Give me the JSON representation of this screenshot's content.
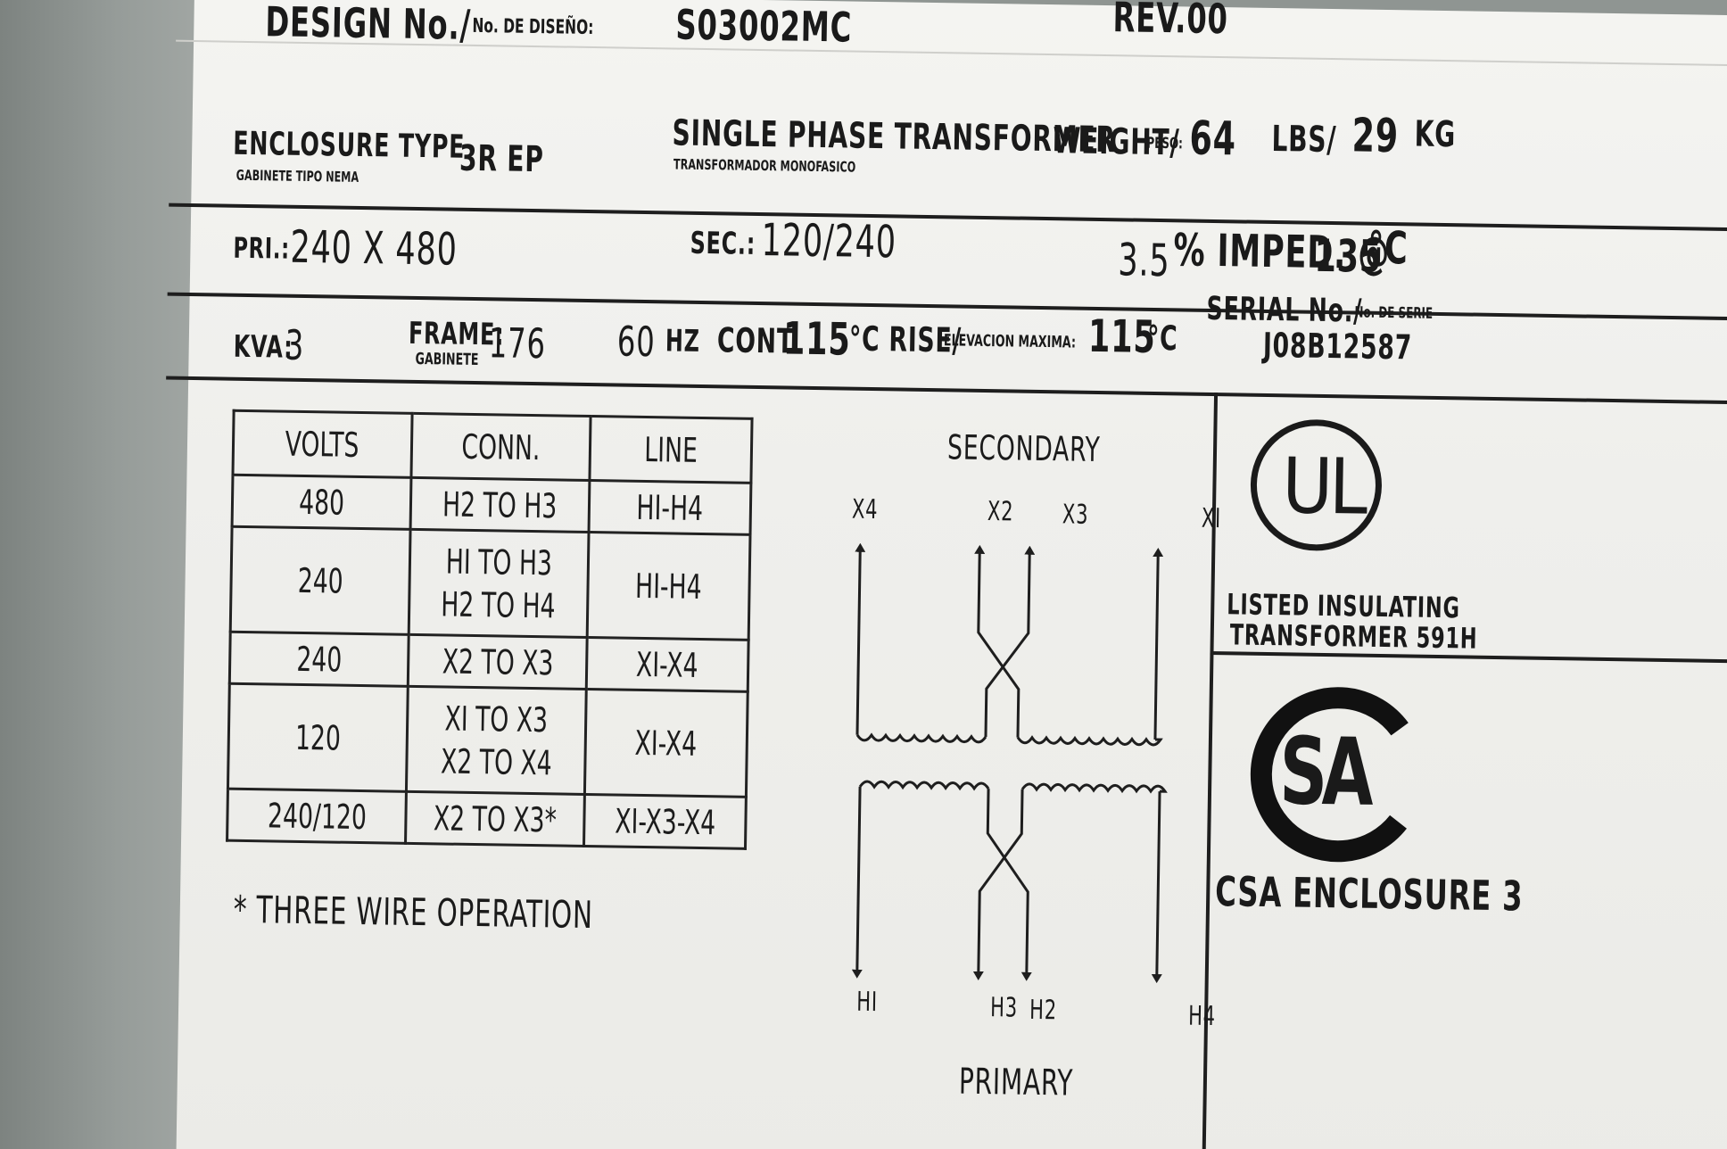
{
  "header": {
    "design_label": "DESIGN No./",
    "design_label_es": "No. DE DISEÑO:",
    "design_no": "S03002MC",
    "rev": "REV.00"
  },
  "row1": {
    "enclosure_label": "ENCLOSURE TYPE",
    "enclosure_label_es": "GABINETE TIPO NEMA",
    "enclosure_value": "3R  EP",
    "title": "SINGLE  PHASE TRANSFORMER",
    "title_es": "TRANSFORMADOR MONOFASICO",
    "weight_label": "WEIGHT/",
    "weight_label_es": "PESO:",
    "weight_lbs": "64",
    "lbs_unit": "LBS/",
    "weight_kg": "29",
    "kg_unit": "KG"
  },
  "row2": {
    "pri_label": "PRI.:",
    "pri_value": "240 X 480",
    "sec_label": "SEC.:",
    "sec_value": "120/240",
    "imped": "3.5",
    "imped_label": "% IMPED. @",
    "imped_temp": "135",
    "imped_unit": "°C"
  },
  "row3": {
    "kva_label": "KVA:",
    "kva_value": "3",
    "frame_label": "FRAME:",
    "frame_label_es": "GABINETE",
    "frame_value": "176",
    "hz_value": "60",
    "hz_unit": "HZ",
    "cont_label": "CONT.",
    "cont_value": "115",
    "rise_label": "°C RISE/",
    "rise_label_es": "ELEVACION MAXIMA:",
    "rise_value": "115",
    "rise_unit": "°C",
    "serial_label": "SERIAL No./",
    "serial_label_es": "No. DE SERIE",
    "serial_value": "J08B12587"
  },
  "table": {
    "headers": [
      "VOLTS",
      "CONN.",
      "LINE"
    ],
    "rows": [
      {
        "volts": "480",
        "conn": [
          "H2 TO H3"
        ],
        "line": "HI-H4"
      },
      {
        "volts": "240",
        "conn": [
          "HI TO H3",
          "H2 TO H4"
        ],
        "line": "HI-H4"
      },
      {
        "volts": "240",
        "conn": [
          "X2 TO X3"
        ],
        "line": "XI-X4"
      },
      {
        "volts": "120",
        "conn": [
          "XI TO X3",
          "X2 TO X4"
        ],
        "line": "XI-X4"
      },
      {
        "volts": "240/120",
        "conn": [
          "X2 TO X3*"
        ],
        "line": "XI-X3-X4"
      }
    ],
    "footnote": "* THREE WIRE OPERATION"
  },
  "diagram": {
    "secondary_label": "SECONDARY",
    "primary_label": "PRIMARY",
    "x_terminals": [
      "X4",
      "X2",
      "X3",
      "XI"
    ],
    "h_terminals": [
      "HI",
      "H3",
      "H2",
      "H4"
    ]
  },
  "certs": {
    "ul_logo": "UL",
    "ul_text_1": "LISTED INSULATING",
    "ul_text_2": "TRANSFORMER 591H",
    "csa_logo": "SA",
    "csa_text": "CSA ENCLOSURE 3"
  }
}
